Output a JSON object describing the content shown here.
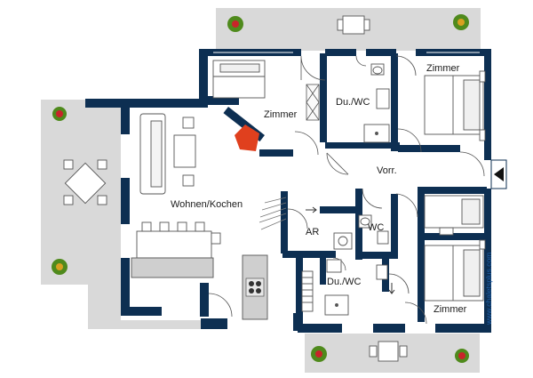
{
  "rooms": {
    "zimmer_top": "Zimmer",
    "zimmer_top_right": "Zimmer",
    "zimmer_bottom_right": "Zimmer",
    "du_wc_top": "Du./WC",
    "du_wc_bottom": "Du./WC",
    "vorr": "Vorr.",
    "wc": "WC",
    "ar": "AR",
    "wohnen_kochen": "Wohnen/Kochen"
  },
  "watermark": "www.chaletsplus.com",
  "colors": {
    "wall": "#0d2f52",
    "terrace": "#d9d9d9",
    "floor": "#ffffff",
    "fireplace": "#e0401e",
    "plant": "#4f8a1c",
    "flower": "#c8242a",
    "watermark": "#1f5fa8"
  },
  "icons": [
    "plant-icon",
    "entrance-arrow-icon",
    "fireplace-icon",
    "bed-icon",
    "toilet-icon",
    "shower-icon",
    "sink-icon",
    "washing-machine-icon",
    "stove-icon"
  ]
}
